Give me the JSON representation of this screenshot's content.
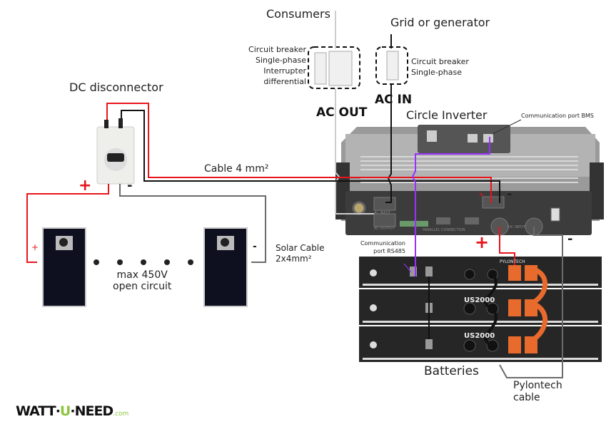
{
  "labels": {
    "consumers": "Consumers",
    "grid_or_generator": "Grid or generator",
    "consumers_breaker": [
      "Circuit breaker",
      "Single-phase",
      "Interrupter",
      "differential"
    ],
    "grid_breaker": [
      "Circuit breaker",
      "Single-phase"
    ],
    "ac_out": "AC OUT",
    "ac_in": "AC IN",
    "inverter": "Circle Inverter",
    "comm_bms": "Communication port BMS",
    "dc_disconnector": "DC disconnector",
    "cable_4mm": "Cable 4 mm²",
    "solar_cable": [
      "Solar Cable",
      "2x4mm²"
    ],
    "max_voltage": [
      "max 450V",
      "open circuit"
    ],
    "comm_rs485": [
      "Communication",
      "port RS485"
    ],
    "batteries": "Batteries",
    "pylontech_cable": [
      "Pylontech",
      "cable"
    ],
    "plus": "+",
    "minus": "-"
  },
  "inverter_panel": {
    "ac_input": "AC INPUT",
    "ac_output": "AC OUTPUT",
    "parallel": "PARALLEL CONNECTION",
    "dc_input": "DC INPUT",
    "power_on": "I",
    "power_symbol": "⏻"
  },
  "battery_labels": {
    "brand": "PYLONTECH",
    "model": "US2000"
  },
  "logo": {
    "part1": "WATT·",
    "part2": "U",
    "part3": "·NEED",
    "suffix": ".com"
  },
  "colors": {
    "positive_wire": "#e8141b",
    "negative_wire": "#111111",
    "solar_neg_wire": "#6b6b6b",
    "comm_wire": "#9b30ff",
    "ac_out_wire": "#cccccc",
    "battery_cable": "#e86a2c",
    "logo_accent": "#8cc63f"
  }
}
